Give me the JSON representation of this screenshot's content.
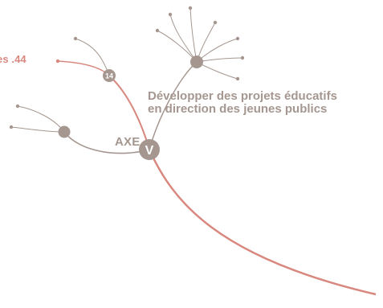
{
  "page_ref": "es .44",
  "page_number_badge": "14",
  "title_lines": [
    "Développer des projets éducatifs",
    "en direction des jeunes publics"
  ],
  "axe_label": "AXE",
  "axe_number": "V",
  "colors": {
    "branch": "#a59790",
    "highlight_branch": "#d9887f",
    "text_grey": "#a59790",
    "text_accent": "#d9887f",
    "background": "#ffffff"
  }
}
